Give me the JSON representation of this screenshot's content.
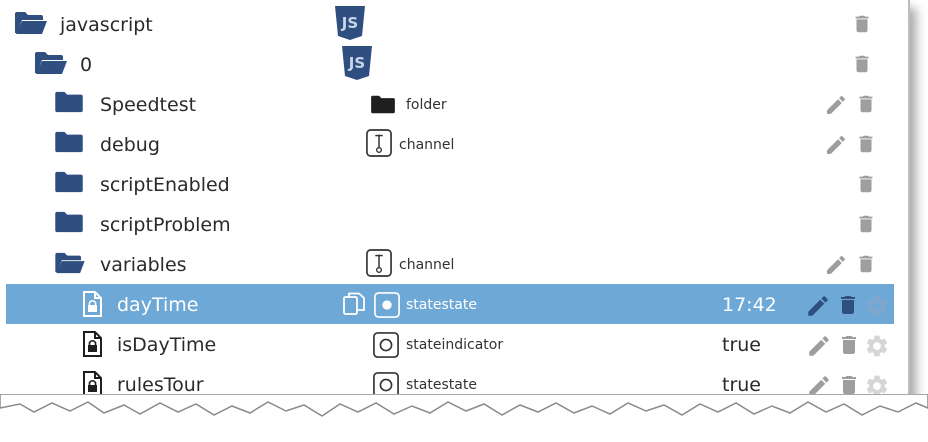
{
  "tree": {
    "rows": [
      {
        "label": "javascript",
        "type_label": "",
        "value": ""
      },
      {
        "label": "0",
        "type_label": "",
        "value": ""
      },
      {
        "label": "Speedtest",
        "type_label": "folder",
        "value": ""
      },
      {
        "label": "debug",
        "type_label": "channel",
        "value": ""
      },
      {
        "label": "scriptEnabled",
        "type_label": "",
        "value": ""
      },
      {
        "label": "scriptProblem",
        "type_label": "",
        "value": ""
      },
      {
        "label": "variables",
        "type_label": "channel",
        "value": ""
      },
      {
        "label": "dayTime",
        "type_label": "statestate",
        "value": "17:42"
      },
      {
        "label": "isDayTime",
        "type_label": "stateindicator",
        "value": "true"
      },
      {
        "label": "rulesTour",
        "type_label": "statestate",
        "value": "true"
      }
    ]
  },
  "icons": {
    "folder_open": "folder-open-icon",
    "folder_closed": "folder-icon",
    "js": "js-adapter-icon",
    "state_file": "locked-file-icon",
    "channel": "channel-icon",
    "state": "state-icon",
    "copy": "copy-icon",
    "edit": "pencil-icon",
    "delete": "trash-icon",
    "settings": "gear-icon"
  },
  "colors": {
    "selection": "#6ea8d6",
    "folder": "#2f4f80",
    "js_badge": "#2f4f80",
    "action_gray": "#9e9e9e"
  }
}
